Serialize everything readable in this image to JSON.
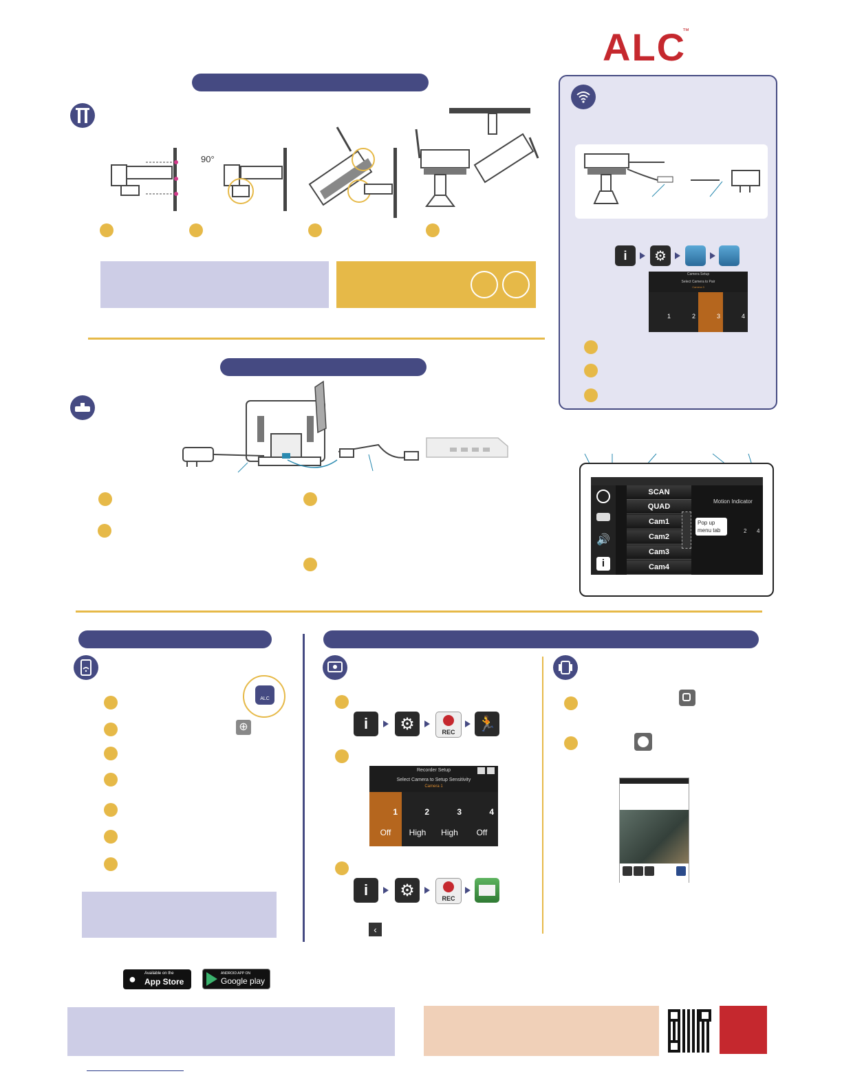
{
  "brand": {
    "logo_text": "ALC",
    "trademark": "™",
    "color": "#c5282e"
  },
  "colors": {
    "navy": "#454a82",
    "gold": "#e6b948",
    "lavender": "#cdcde6",
    "peach": "#f0d0b8",
    "red": "#c5282e"
  },
  "mounting": {
    "angle_label": "90°"
  },
  "pairing": {
    "camera_screen": {
      "title": "Camera Setup",
      "subtitle": "Select Camera to Pair",
      "selected": "Camera 3",
      "cameras": [
        "1",
        "2",
        "3",
        "4"
      ]
    }
  },
  "live_screen": {
    "menu": [
      "SCAN",
      "QUAD",
      "Cam1",
      "Cam2",
      "Cam3",
      "Cam4"
    ],
    "motion_indicator": "Motion Indicator",
    "popup_label_line1": "Pop up",
    "popup_label_line2": "menu tab",
    "quad_numbers": [
      "2",
      "4"
    ]
  },
  "recorder_screen": {
    "title": "Recorder Setup",
    "subtitle": "Select Camera to Setup Sensitivity",
    "selected": "Camera 1",
    "cameras": [
      {
        "num": "1",
        "level": "Off"
      },
      {
        "num": "2",
        "level": "High"
      },
      {
        "num": "3",
        "level": "High"
      },
      {
        "num": "4",
        "level": "Off"
      }
    ]
  },
  "icons": {
    "rec_label": "REC",
    "app_icon_label": "ALC"
  },
  "store": {
    "apple_small": "Available on the",
    "apple_big": "App Store",
    "google_small": "ANDROID APP ON",
    "google_big": "Google play"
  }
}
